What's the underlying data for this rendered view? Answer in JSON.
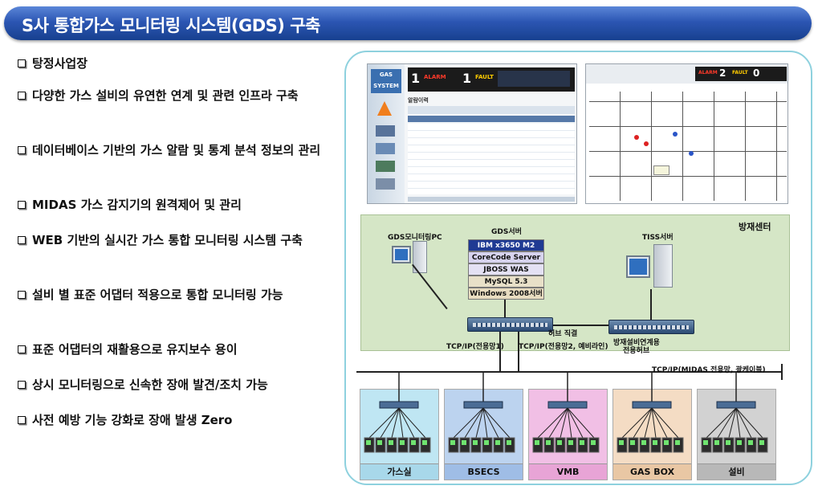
{
  "header": {
    "title": "S사 통합가스 모니터링 시스템(GDS) 구축"
  },
  "bullets": [
    {
      "text": "탕정사업장"
    },
    {
      "text": "다양한 가스 설비의 유연한 연계 및 관련 인프라 구축"
    },
    {
      "text": " 데이터베이스 기반의 가스 알람 및 통계 분석 정보의 관리"
    },
    {
      "text": " MIDAS 가스 감지기의 원격제어 및 관리"
    },
    {
      "text": " WEB 기반의 실시간 가스 통합 모니터링 시스템 구축"
    },
    {
      "text": "설비 별 표준 어댑터 적용으로 통합 모니터링 가능"
    },
    {
      "text": "표준 어댑터의 재활용으로 유지보수 용이"
    },
    {
      "text": "상시 모니터링으로 신속한 장애 발견/조치 가능"
    },
    {
      "text": "사전 예방 기능 강화로 장애 발생 Zero"
    }
  ],
  "diagram": {
    "screen_left": {
      "logo": "GAS SYSTEM",
      "alarm_count": "1",
      "alarm_label": "ALARM",
      "fault_count": "1",
      "fault_label": "FAULT",
      "list_title": "알람이력"
    },
    "screen_right": {
      "alarm_count": "2",
      "alarm_label": "ALARM",
      "fault_count": "0",
      "fault_label": "FAULT"
    },
    "center_label": "방재센터",
    "gds_pc_label": "GDS모니터링PC",
    "gds_server_label": "GDS서버",
    "tiss_server_label": "TISS서버",
    "server_stack": [
      {
        "text": "IBM  x3650 M2",
        "bg": "#1f3a93",
        "fg": "#ffffff"
      },
      {
        "text": "CoreCode Server",
        "bg": "#d7d3ee",
        "fg": "#111111"
      },
      {
        "text": "JBOSS WAS",
        "bg": "#e4e1f4",
        "fg": "#111111"
      },
      {
        "text": "MySQL 5.3",
        "bg": "#e8e0c8",
        "fg": "#111111"
      },
      {
        "text": "Windows 2008서버",
        "bg": "#e8dcc0",
        "fg": "#111111"
      }
    ],
    "hub_direct_label": "허브 직결",
    "hub_right_label_1": "방재설비연계용",
    "hub_right_label_2": "전용허브",
    "tcp_label_1": "TCP/IP(전용망1)",
    "tcp_label_2": "TCP/IP(전용망2, 예비라인)",
    "backbone_label": "TCP/IP(MIDAS 전용망, 광케이블)",
    "clusters": [
      {
        "label": "가스실",
        "bg": "#bfe6f3",
        "foot": "#a8d8ea"
      },
      {
        "label": "BSECS",
        "bg": "#bcd3ef",
        "foot": "#9fbde6"
      },
      {
        "label": "VMB",
        "bg": "#f1bfe5",
        "foot": "#e8a4d6"
      },
      {
        "label": "GAS BOX",
        "bg": "#f4dcc4",
        "foot": "#e9c7a4"
      },
      {
        "label": "설비",
        "bg": "#d2d2d2",
        "foot": "#b8b8b8"
      }
    ]
  }
}
